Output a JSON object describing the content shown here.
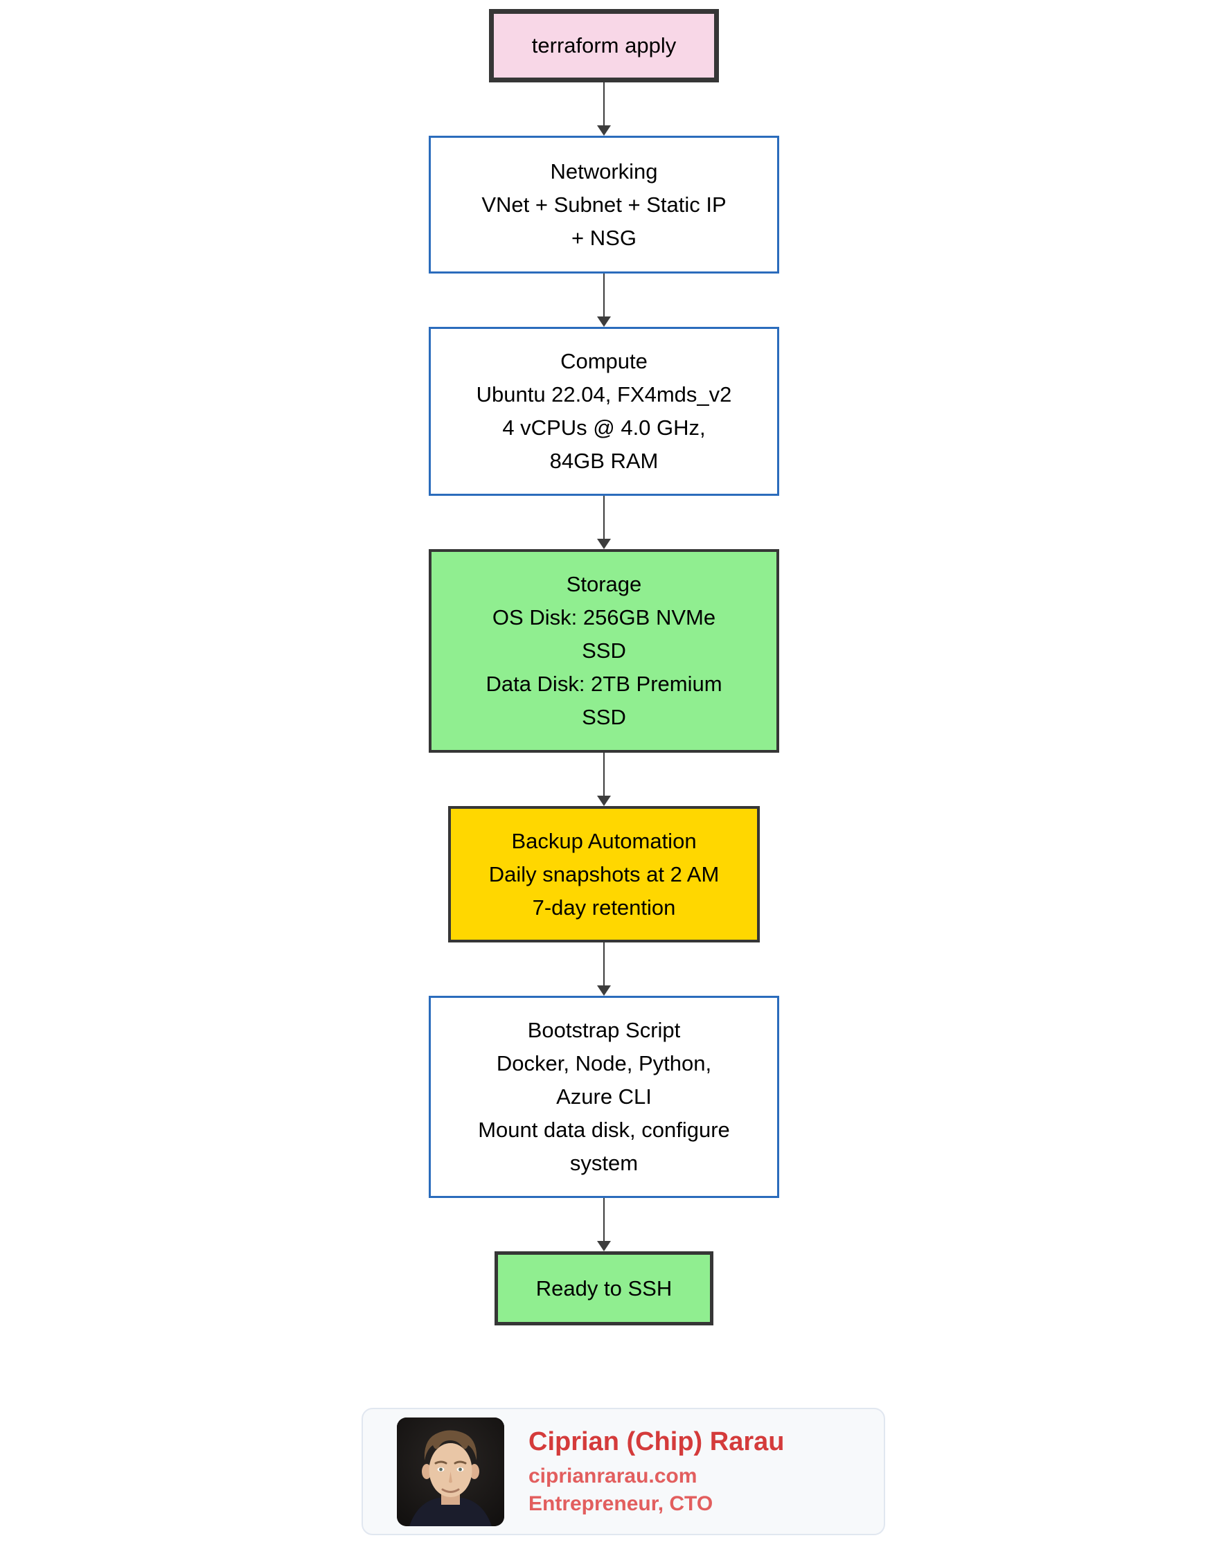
{
  "flowchart": {
    "nodes": [
      {
        "id": "terraform-apply",
        "fill": "#f8d7e7",
        "border": "#363636",
        "lines": [
          "terraform apply"
        ]
      },
      {
        "id": "networking",
        "fill": "#ffffff",
        "border": "#2b6cbc",
        "lines": [
          "Networking",
          "VNet + Subnet + Static IP",
          "+ NSG"
        ]
      },
      {
        "id": "compute",
        "fill": "#ffffff",
        "border": "#2b6cbc",
        "lines": [
          "Compute",
          "Ubuntu 22.04, FX4mds_v2",
          "4 vCPUs @ 4.0 GHz,",
          "84GB RAM"
        ]
      },
      {
        "id": "storage",
        "fill": "#90ee90",
        "border": "#363636",
        "lines": [
          "Storage",
          "OS Disk: 256GB NVMe",
          "SSD",
          "Data Disk: 2TB Premium",
          "SSD"
        ]
      },
      {
        "id": "backup-automation",
        "fill": "#ffd700",
        "border": "#363636",
        "lines": [
          "Backup Automation",
          "Daily snapshots at 2 AM",
          "7-day retention"
        ]
      },
      {
        "id": "bootstrap-script",
        "fill": "#ffffff",
        "border": "#2b6cbc",
        "lines": [
          "Bootstrap Script",
          "Docker, Node, Python,",
          "Azure CLI",
          "Mount data disk, configure",
          "system"
        ]
      },
      {
        "id": "ready-to-ssh",
        "fill": "#90ee90",
        "border": "#363636",
        "lines": [
          "Ready to SSH"
        ]
      }
    ],
    "edges": [
      {
        "from": "terraform-apply",
        "to": "networking"
      },
      {
        "from": "networking",
        "to": "compute"
      },
      {
        "from": "compute",
        "to": "storage"
      },
      {
        "from": "storage",
        "to": "backup-automation"
      },
      {
        "from": "backup-automation",
        "to": "bootstrap-script"
      },
      {
        "from": "bootstrap-script",
        "to": "ready-to-ssh"
      }
    ],
    "colors": {
      "arrow": "#3d3d3d",
      "blue_border": "#2b6cbc",
      "dark_border": "#363636",
      "pink": "#f8d7e7",
      "green": "#90ee90",
      "gold": "#ffd700"
    }
  },
  "author_card": {
    "name": "Ciprian (Chip) Rarau",
    "website": "ciprianrarau.com",
    "title": "Entrepreneur, CTO",
    "avatar_icon": "portrait-photo",
    "name_color": "#d43b3b",
    "secondary_color": "#e25e5e"
  }
}
